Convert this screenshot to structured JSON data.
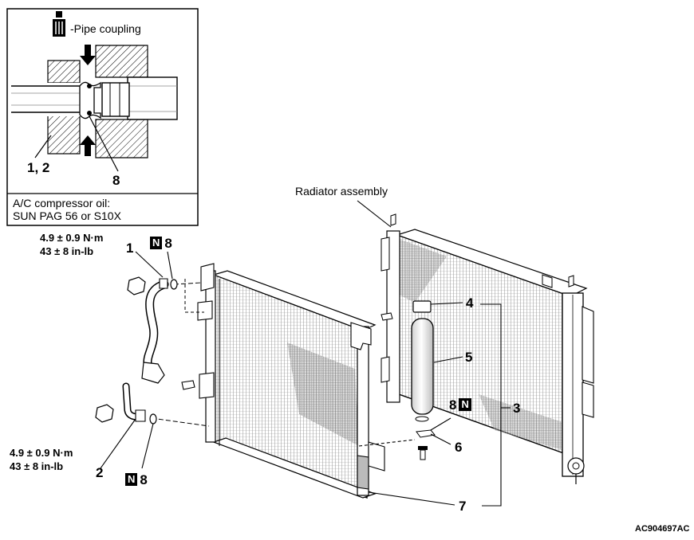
{
  "inset": {
    "legend_label": "-Pipe coupling",
    "callout_parts": "1, 2",
    "callout_oring": "8",
    "oil_note_line1": "A/C compressor oil:",
    "oil_note_line2": "SUN PAG 56 or S10X"
  },
  "labels": {
    "radiator_assembly": "Radiator assembly",
    "torque_top_1": "4.9 ± 0.9 N·m",
    "torque_top_2": "43 ± 8 in-lb",
    "torque_bottom_1": "4.9 ± 0.9 N·m",
    "torque_bottom_2": "43 ± 8 in-lb",
    "n_mark": "N",
    "part_1": "1",
    "part_2": "2",
    "part_3": "3",
    "part_4": "4",
    "part_5": "5",
    "part_6": "6",
    "part_7": "7",
    "part_8": "8",
    "figure_code": "AC904697AC"
  }
}
